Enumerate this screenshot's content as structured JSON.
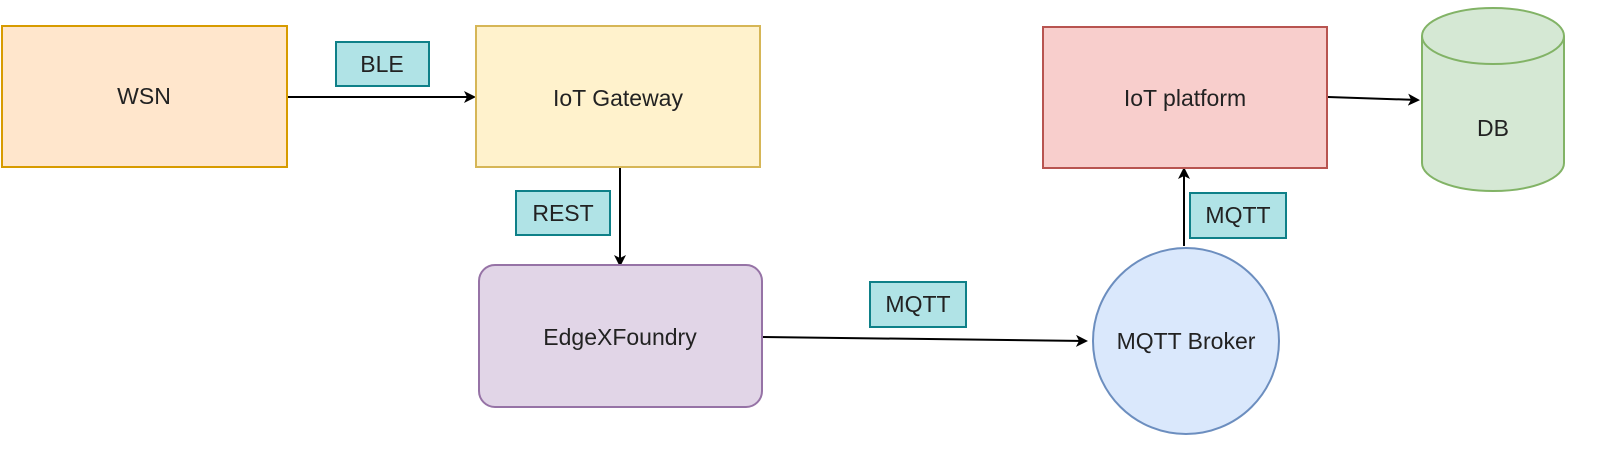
{
  "nodes": {
    "wsn": "WSN",
    "gateway": "IoT Gateway",
    "edgex": "EdgeXFoundry",
    "broker": "MQTT Broker",
    "platform": "IoT platform",
    "db": "DB"
  },
  "edges": {
    "wsn_to_gateway": "BLE",
    "gateway_to_edgex": "REST",
    "edgex_to_broker": "MQTT",
    "broker_to_platform": "MQTT"
  },
  "colors": {
    "wsn_fill": "#ffe6cc",
    "wsn_stroke": "#d79b00",
    "gateway_fill": "#fff2cc",
    "gateway_stroke": "#d6b656",
    "edgex_fill": "#e1d5e7",
    "edgex_stroke": "#9673a6",
    "broker_fill": "#dae8fc",
    "broker_stroke": "#6c8ebf",
    "platform_fill": "#f8cecc",
    "platform_stroke": "#b85450",
    "db_fill": "#d5e8d4",
    "db_stroke": "#82b366",
    "edge_label_fill": "#b0e3e6",
    "edge_label_stroke": "#0e8088",
    "arrow": "#000000"
  }
}
